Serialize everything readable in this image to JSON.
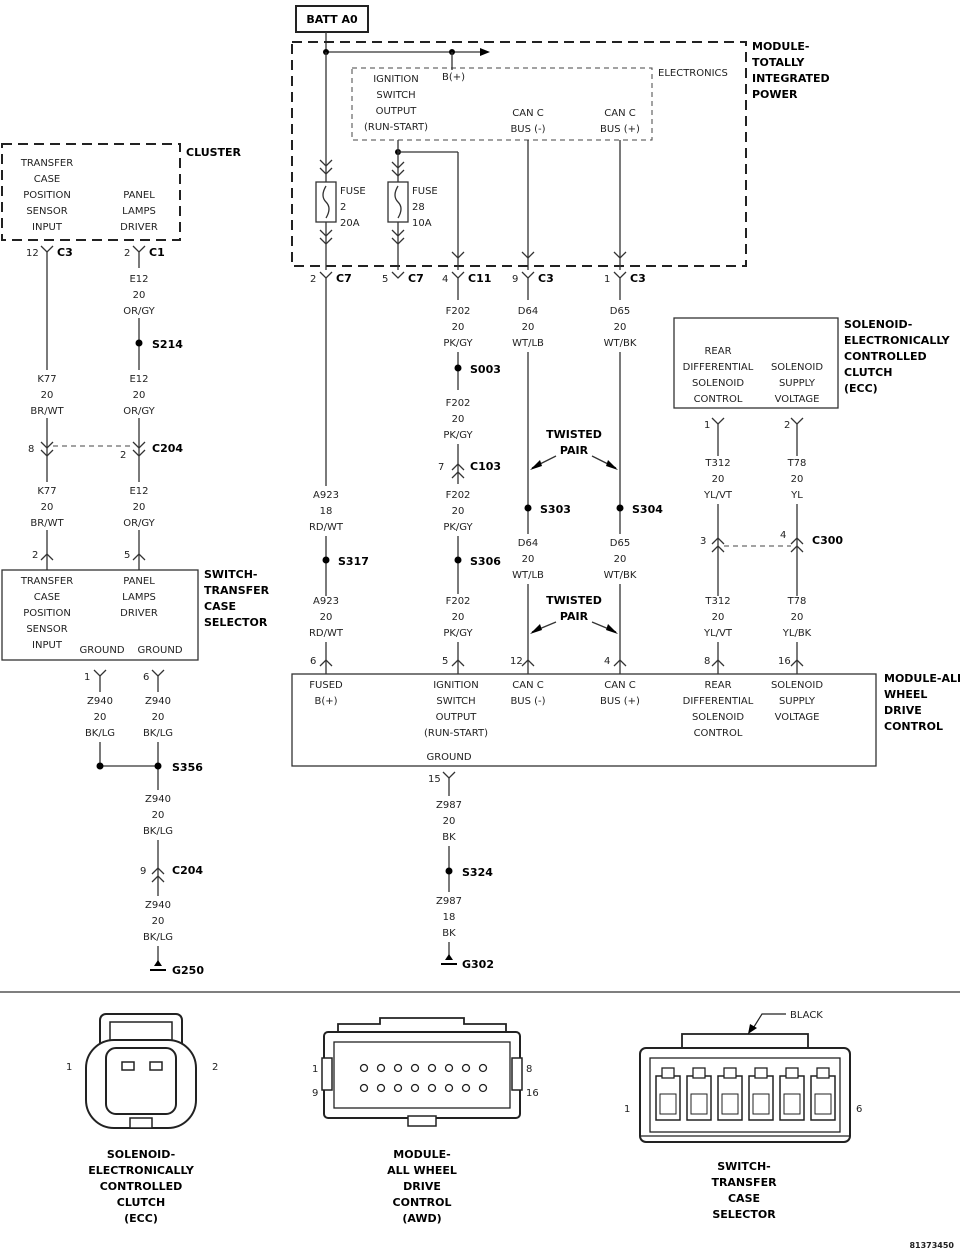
{
  "batt": "BATT A0",
  "modules": {
    "tipm": {
      "title": [
        "MODULE-",
        "TOTALLY",
        "INTEGRATED",
        "POWER"
      ],
      "electronics": "ELECTRONICS"
    },
    "cluster": {
      "title": "CLUSTER"
    },
    "ecc": {
      "title": [
        "SOLENOID-",
        "ELECTRONICALLY",
        "CONTROLLED",
        "CLUTCH",
        "(ECC)"
      ]
    },
    "selector": {
      "title": [
        "SWITCH-",
        "TRANSFER",
        "CASE",
        "SELECTOR"
      ]
    },
    "awd": {
      "title": [
        "MODULE-ALL",
        "WHEEL",
        "DRIVE",
        "CONTROL"
      ]
    }
  },
  "tipm_labels": {
    "ign": [
      "IGNITION",
      "SWITCH",
      "OUTPUT",
      "(RUN-START)"
    ],
    "bplus": "B(+)",
    "canm": [
      "CAN C",
      "BUS (-)"
    ],
    "canp": [
      "CAN C",
      "BUS (+)"
    ],
    "fuse2": [
      "FUSE",
      "2",
      "20A"
    ],
    "fuse28": [
      "FUSE",
      "28",
      "10A"
    ]
  },
  "cluster_labels": {
    "tc": [
      "TRANSFER",
      "CASE",
      "POSITION",
      "SENSOR",
      "INPUT"
    ],
    "panel": [
      "PANEL",
      "LAMPS",
      "DRIVER"
    ]
  },
  "ecc_labels": {
    "rear": [
      "REAR",
      "DIFFERENTIAL",
      "SOLENOID",
      "CONTROL"
    ],
    "supply": [
      "SOLENOID",
      "SUPPLY",
      "VOLTAGE"
    ]
  },
  "selector_labels": {
    "tc": [
      "TRANSFER",
      "CASE",
      "POSITION",
      "SENSOR",
      "INPUT"
    ],
    "panel": [
      "PANEL",
      "LAMPS",
      "DRIVER"
    ],
    "gnd1": "GROUND",
    "gnd2": "GROUND"
  },
  "awd_labels": {
    "fused": [
      "FUSED",
      "B(+)"
    ],
    "ign": [
      "IGNITION",
      "SWITCH",
      "OUTPUT",
      "(RUN-START)"
    ],
    "ground": "GROUND",
    "canm": [
      "CAN C",
      "BUS (-)"
    ],
    "canp": [
      "CAN C",
      "BUS (+)"
    ],
    "rear": [
      "REAR",
      "DIFFERENTIAL",
      "SOLENOID",
      "CONTROL"
    ],
    "supply": [
      "SOLENOID",
      "SUPPLY",
      "VOLTAGE"
    ]
  },
  "connectors": {
    "c7a": {
      "pin": "2",
      "name": "C7"
    },
    "c7b": {
      "pin": "5",
      "name": "C7"
    },
    "c11": {
      "pin": "4",
      "name": "C11"
    },
    "c3a": {
      "pin": "9",
      "name": "C3"
    },
    "c3b": {
      "pin": "1",
      "name": "C3"
    },
    "cl_c3": {
      "pin": "12",
      "name": "C3"
    },
    "cl_c1": {
      "pin": "2",
      "name": "C1"
    },
    "c204a": {
      "pin1": "8",
      "pin2": "2",
      "name": "C204"
    },
    "c103": {
      "pin": "7",
      "name": "C103"
    },
    "c300": {
      "pin1": "3",
      "pin2": "4",
      "name": "C300"
    },
    "c204b": {
      "pin": "9",
      "name": "C204"
    },
    "ecc1": "1",
    "ecc2": "2",
    "sel2": "2",
    "sel5": "5",
    "sel1": "1",
    "sel6": "6",
    "awd6": "6",
    "awd5": "5",
    "awd12": "12",
    "awd4": "4",
    "awd8": "8",
    "awd16": "16",
    "awd15": "15"
  },
  "splices": {
    "s214": "S214",
    "s003": "S003",
    "s303": "S303",
    "s304": "S304",
    "s317": "S317",
    "s306": "S306",
    "s356": "S356",
    "s324": "S324"
  },
  "grounds": {
    "g250": "G250",
    "g302": "G302"
  },
  "twisted": [
    "TWISTED",
    "PAIR"
  ],
  "wires": {
    "e12a": [
      "E12",
      "20",
      "OR/GY"
    ],
    "e12b": [
      "E12",
      "20",
      "OR/GY"
    ],
    "e12c": [
      "E12",
      "20",
      "OR/GY"
    ],
    "k77a": [
      "K77",
      "20",
      "BR/WT"
    ],
    "k77b": [
      "K77",
      "20",
      "BR/WT"
    ],
    "a923a": [
      "A923",
      "18",
      "RD/WT"
    ],
    "a923b": [
      "A923",
      "20",
      "RD/WT"
    ],
    "f202a": [
      "F202",
      "20",
      "PK/GY"
    ],
    "f202b": [
      "F202",
      "20",
      "PK/GY"
    ],
    "f202c": [
      "F202",
      "20",
      "PK/GY"
    ],
    "f202d": [
      "F202",
      "20",
      "PK/GY"
    ],
    "d64a": [
      "D64",
      "20",
      "WT/LB"
    ],
    "d64b": [
      "D64",
      "20",
      "WT/LB"
    ],
    "d65a": [
      "D65",
      "20",
      "WT/BK"
    ],
    "d65b": [
      "D65",
      "20",
      "WT/BK"
    ],
    "t312a": [
      "T312",
      "20",
      "YL/VT"
    ],
    "t312b": [
      "T312",
      "20",
      "YL/VT"
    ],
    "t78a": [
      "T78",
      "20",
      "YL"
    ],
    "t78b": [
      "T78",
      "20",
      "YL/BK"
    ],
    "z940a": [
      "Z940",
      "20",
      "BK/LG"
    ],
    "z940b": [
      "Z940",
      "20",
      "BK/LG"
    ],
    "z940c": [
      "Z940",
      "20",
      "BK/LG"
    ],
    "z940d": [
      "Z940",
      "20",
      "BK/LG"
    ],
    "z987a": [
      "Z987",
      "20",
      "BK"
    ],
    "z987b": [
      "Z987",
      "18",
      "BK"
    ]
  },
  "bottom": {
    "ecc": {
      "title": [
        "SOLENOID-",
        "ELECTRONICALLY",
        "CONTROLLED",
        "CLUTCH",
        "(ECC)"
      ],
      "pin_l": "1",
      "pin_r": "2"
    },
    "awd": {
      "title": [
        "MODULE-",
        "ALL WHEEL",
        "DRIVE",
        "CONTROL",
        "(AWD)"
      ],
      "p1": "1",
      "p8": "8",
      "p9": "9",
      "p16": "16"
    },
    "sel": {
      "title": [
        "SWITCH-",
        "TRANSFER",
        "CASE",
        "SELECTOR"
      ],
      "black": "BLACK",
      "p1": "1",
      "p6": "6"
    }
  },
  "figure_id": "81373450"
}
